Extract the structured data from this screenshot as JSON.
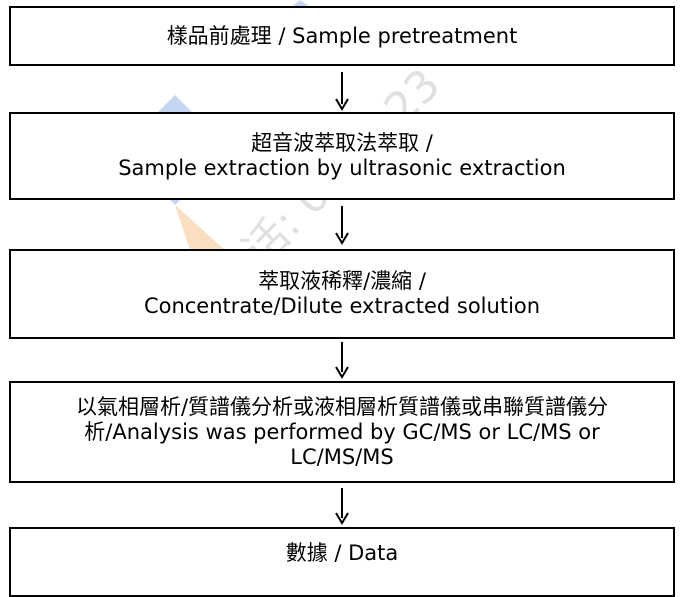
{
  "flowchart": {
    "steps": [
      {
        "lines": [
          "樣品前處理  / Sample pretreatment"
        ]
      },
      {
        "lines": [
          "超音波萃取法萃取 /",
          "Sample extraction by ultrasonic extraction"
        ]
      },
      {
        "lines": [
          "萃取液稀釋/濃縮  /",
          "Concentrate/Dilute extracted solution"
        ]
      },
      {
        "lines": [
          "以氣相層析/質譜儀分析或液相層析質譜儀或串聯質譜儀分",
          "析/Analysis was performed by GC/MS or LC/MS or",
          "LC/MS/MS"
        ]
      },
      {
        "lines": [
          "數據  / Data"
        ]
      }
    ]
  },
  "watermark": {
    "text": "电话: 0755-23",
    "colors": [
      "#2f6fd0",
      "#f08a1f",
      "#c8c8c8"
    ]
  }
}
